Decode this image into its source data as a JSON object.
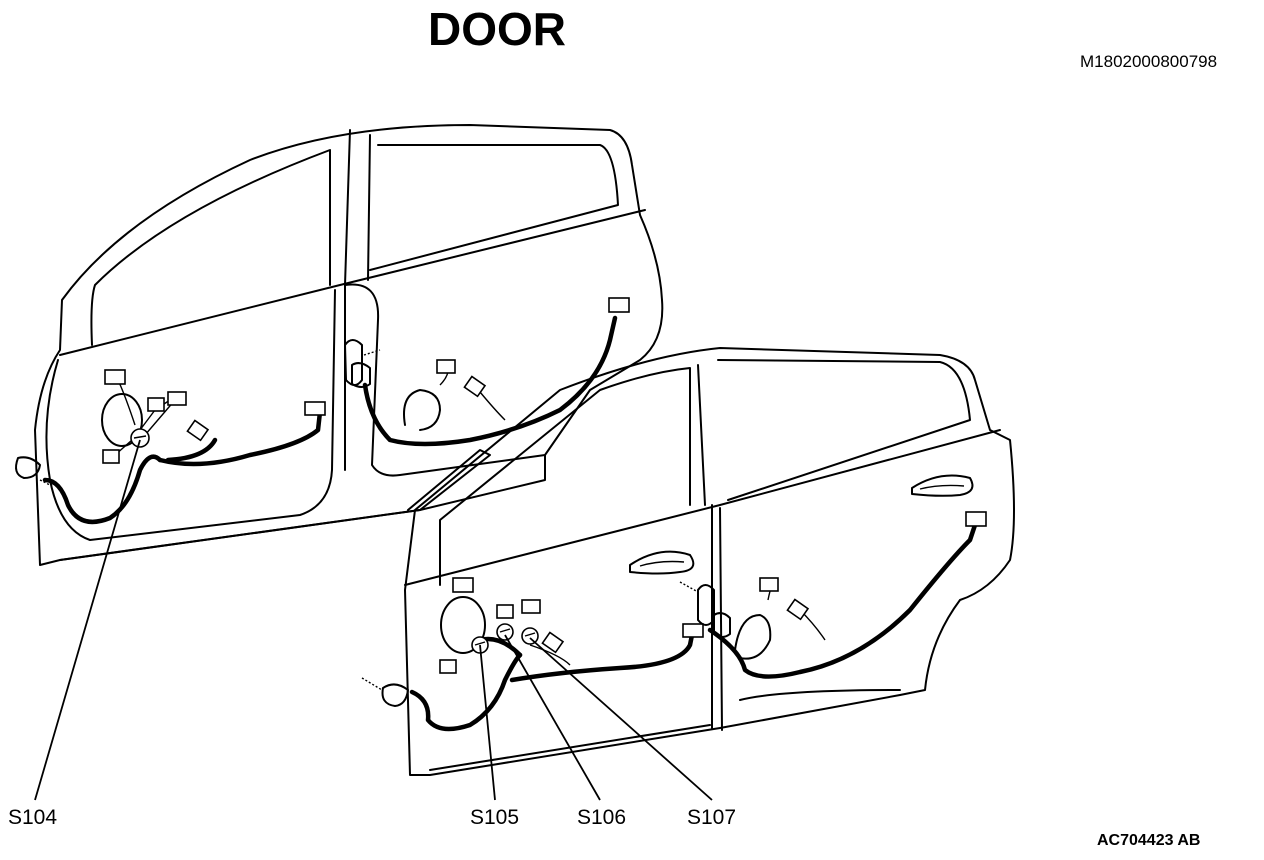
{
  "title": "DOOR",
  "document_code": "M1802000800798",
  "figure_code": "AC704423 AB",
  "callouts": [
    {
      "id": "s104",
      "label": "S104"
    },
    {
      "id": "s105",
      "label": "S105"
    },
    {
      "id": "s106",
      "label": "S106"
    },
    {
      "id": "s107",
      "label": "S107"
    }
  ]
}
